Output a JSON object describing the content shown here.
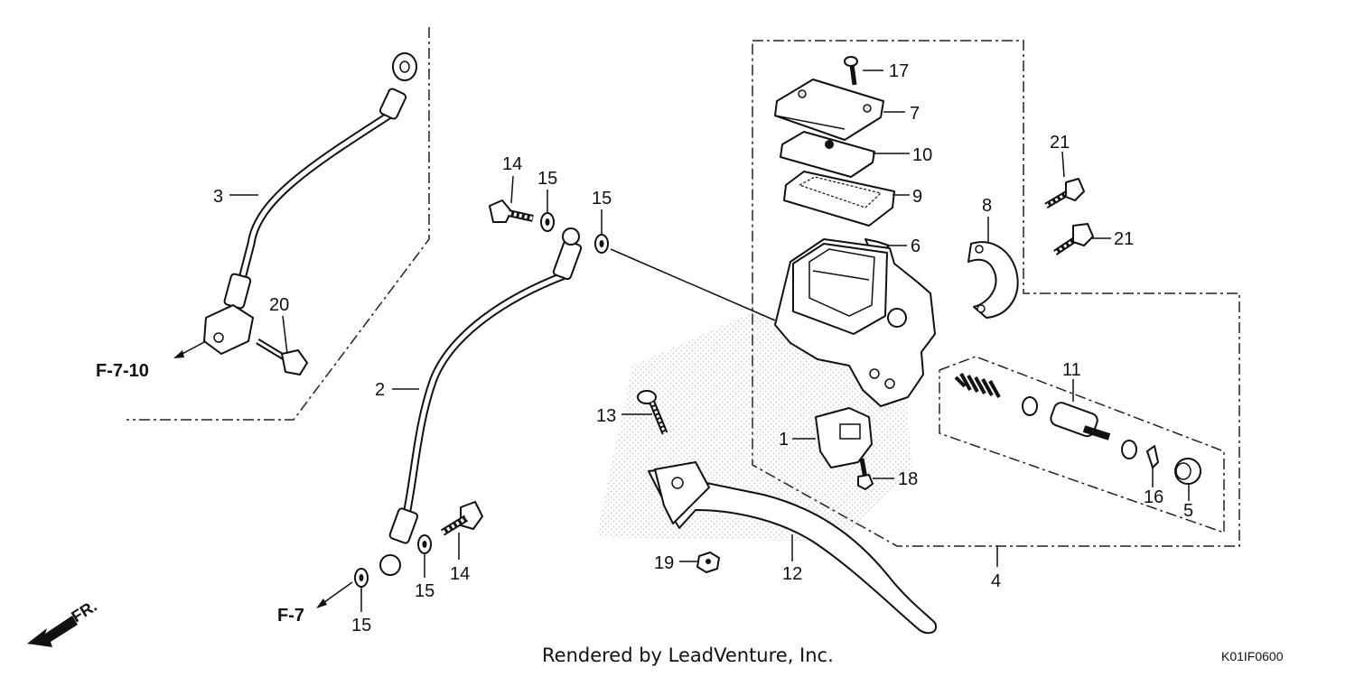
{
  "callouts": {
    "c1": "1",
    "c2": "2",
    "c3": "3",
    "c4": "4",
    "c5": "5",
    "c6": "6",
    "c7": "7",
    "c8": "8",
    "c9": "9",
    "c10": "10",
    "c11": "11",
    "c12": "12",
    "c13": "13",
    "c14a": "14",
    "c14b": "14",
    "c15a": "15",
    "c15b": "15",
    "c15c": "15",
    "c15d": "15",
    "c16": "16",
    "c17": "17",
    "c18": "18",
    "c19": "19",
    "c20": "20",
    "c21a": "21",
    "c21b": "21"
  },
  "references": {
    "f710": "F-7-10",
    "f7": "F-7",
    "front": "FR."
  },
  "footer": {
    "credit": "Rendered by LeadVenture, Inc.",
    "code": "K01IF0600"
  }
}
